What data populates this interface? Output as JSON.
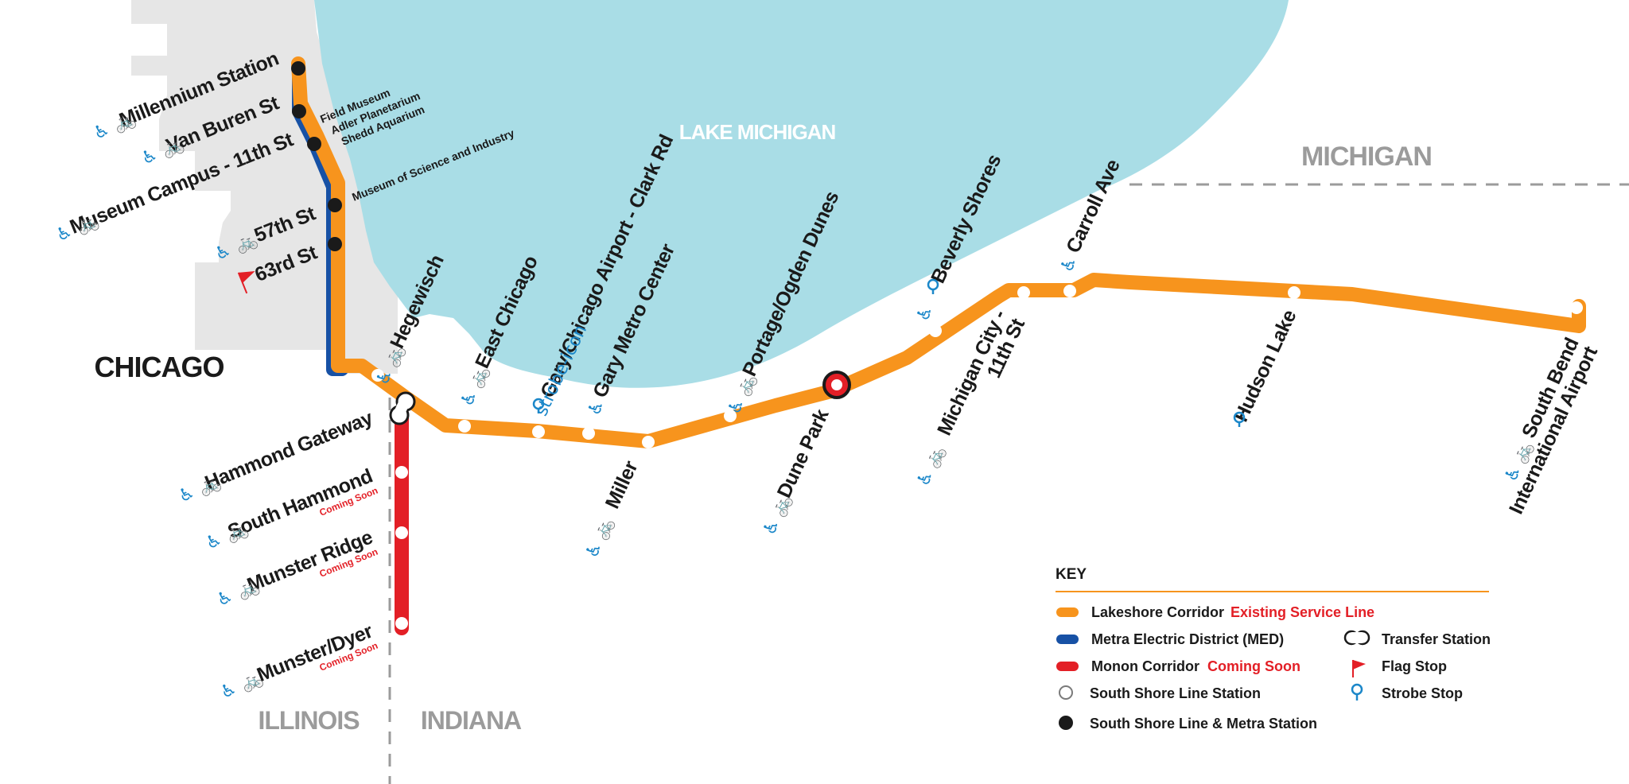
{
  "regions": {
    "lake": "LAKE MICHIGAN",
    "michigan": "MICHIGAN",
    "chicago": "CHICAGO",
    "illinois": "ILLINOIS",
    "indiana": "INDIANA"
  },
  "colors": {
    "lakeshore": "#f7941d",
    "med": "#1751a5",
    "monon": "#e31f26",
    "water": "#a9dde6",
    "land_chicago": "#e6e6e6",
    "icon_blue": "#1b87c9"
  },
  "stations": {
    "millennium": "Millennium Station",
    "van_buren": "Van Buren St",
    "museum_campus": "Museum Campus - 11th St",
    "st57": "57th St",
    "st63": "63rd St",
    "hegewisch": "Hegewisch",
    "east_chicago": "East Chicago",
    "gary_airport": "Gary/Chicago Airport - Clark Rd",
    "gary_metro": "Gary Metro Center",
    "miller": "Miller",
    "portage": "Portage/Ogden Dunes",
    "dune_park": "Dune Park",
    "beverly": "Beverly Shores",
    "michigan_city_1": "Michigan City -",
    "michigan_city_2": "11th St",
    "carroll": "Carroll Ave",
    "hudson": "Hudson Lake",
    "south_bend_1": "South Bend",
    "south_bend_2": "International Airport",
    "hammond_gateway": "Hammond Gateway",
    "south_hammond": "South Hammond",
    "munster_ridge": "Munster Ridge",
    "munster_dyer": "Munster/Dyer",
    "coming_soon": "Coming Soon"
  },
  "poi": {
    "field_museum": "Field Museum",
    "adler": "Adler Planetarium",
    "shedd": "Shedd Aquarium",
    "msi": "Museum of Science and Industry"
  },
  "key": {
    "title": "KEY",
    "lakeshore": "Lakeshore Corridor",
    "lakeshore_status": "Existing Service Line",
    "med": "Metra Electric District (MED)",
    "monon": "Monon Corridor",
    "monon_status": "Coming Soon",
    "ssl_station": "South Shore Line Station",
    "ssl_metra": "South Shore Line & Metra Station",
    "transfer": "Transfer Station",
    "flag": "Flag Stop",
    "strobe": "Strobe Stop"
  },
  "icons": {
    "accessible": "♿",
    "bike": "🚲",
    "flag": "flag-icon",
    "strobe": "strobe-icon"
  }
}
